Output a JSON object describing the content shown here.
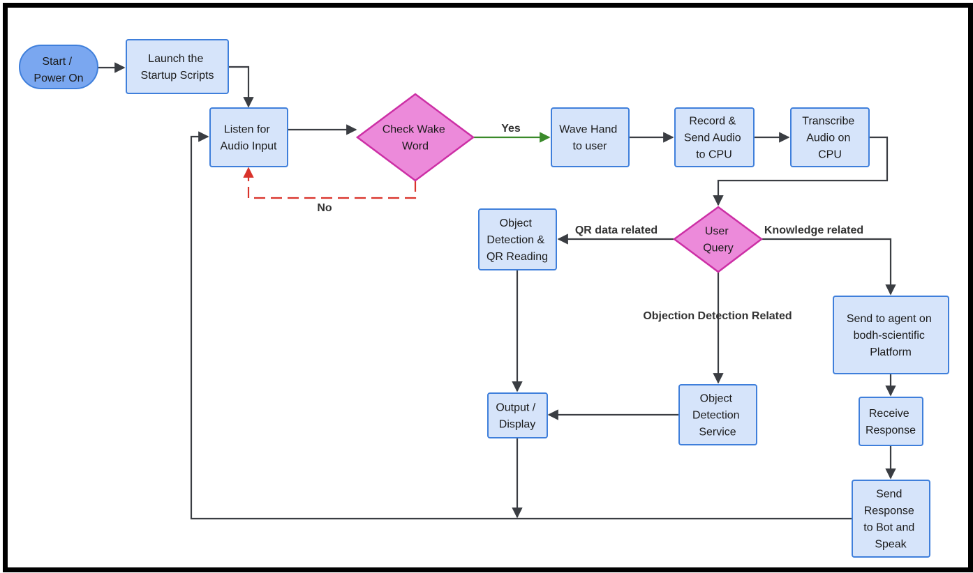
{
  "nodes": {
    "start": {
      "lines": [
        "Start /",
        "Power On"
      ]
    },
    "launch": {
      "lines": [
        "Launch the",
        "Startup Scripts"
      ]
    },
    "listen": {
      "lines": [
        "Listen for",
        "Audio Input"
      ]
    },
    "wake": {
      "lines": [
        "Check Wake",
        "Word"
      ]
    },
    "wave": {
      "lines": [
        "Wave Hand",
        "to user"
      ]
    },
    "record": {
      "lines": [
        "Record &",
        "Send Audio",
        "to CPU"
      ]
    },
    "transcribe": {
      "lines": [
        "Transcribe",
        "Audio on",
        "CPU"
      ]
    },
    "query": {
      "lines": [
        "User",
        "Query"
      ]
    },
    "qr": {
      "lines": [
        "Object",
        "Detection &",
        "QR Reading"
      ]
    },
    "output": {
      "lines": [
        "Output /",
        "Display"
      ]
    },
    "objsvc": {
      "lines": [
        "Object",
        "Detection",
        "Service"
      ]
    },
    "agent": {
      "lines": [
        "Send to agent on",
        "bodh-scientific",
        "Platform"
      ]
    },
    "receive": {
      "lines": [
        "Receive",
        "Response"
      ]
    },
    "speak": {
      "lines": [
        "Send",
        "Response",
        "to Bot and",
        "Speak"
      ]
    }
  },
  "edge_labels": {
    "yes": "Yes",
    "no": "No",
    "qr_related": "QR data related",
    "knowledge_related": "Knowledge related",
    "objection_related": "Objection Detection Related"
  },
  "colors": {
    "process_fill": "#d6e4fa",
    "process_border": "#3f7fdb",
    "start_fill": "#7aa7f0",
    "decision_fill": "#ec8ada",
    "decision_border": "#cc2fa5",
    "arrow": "#3a3d42",
    "yes_arrow": "#3a8a2a",
    "no_arrow": "#d9332b"
  }
}
